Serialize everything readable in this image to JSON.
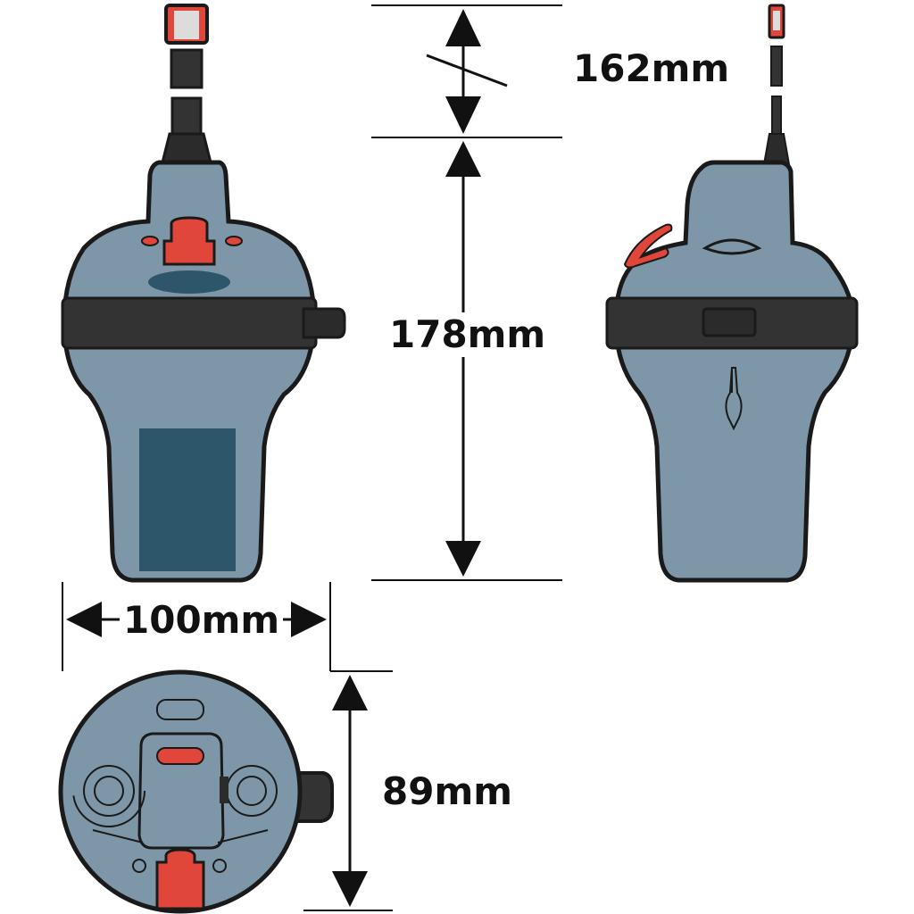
{
  "dimensions": {
    "antenna_length": "162mm",
    "body_height": "178mm",
    "width": "100mm",
    "diameter": "89mm"
  },
  "colors": {
    "body": "#7d97a9",
    "outline": "#1a1a1a",
    "band": "#333333",
    "accent_red": "#e0463a",
    "label_panel": "#2e566b",
    "dimension_line": "#111111"
  }
}
